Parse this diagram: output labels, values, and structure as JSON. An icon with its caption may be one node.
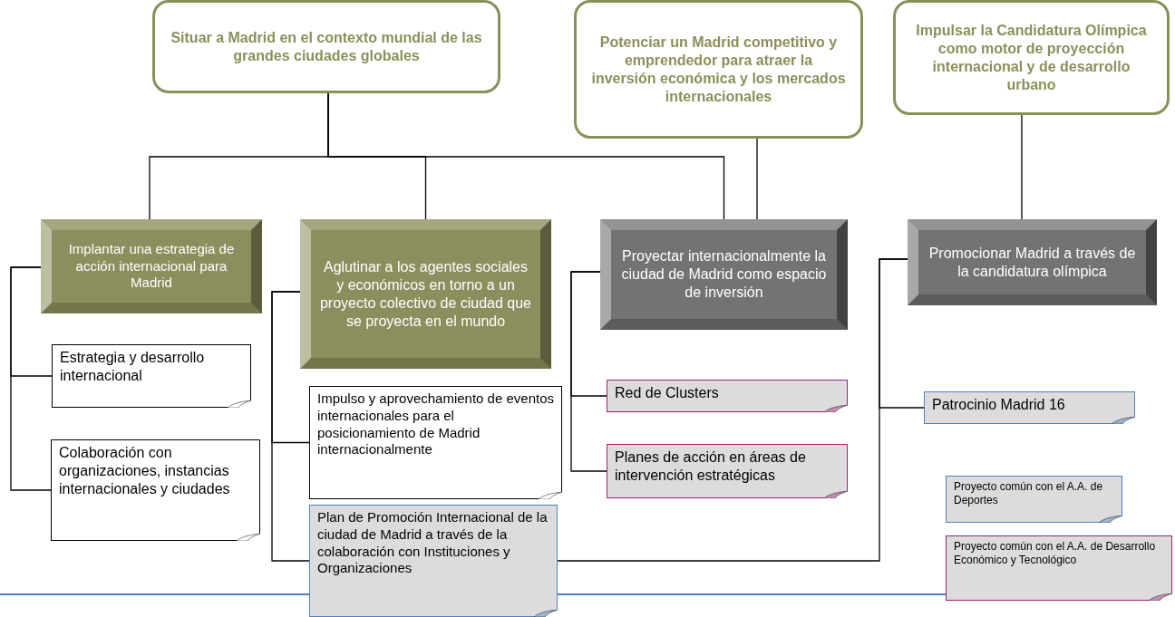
{
  "diagram": {
    "nodes": [
      {
        "text": [
          "Situar a Madrid en el contexto mundial de las grandes ciudades globales"
        ]
      },
      {
        "text": [
          "Potenciar un Madrid competitivo y emprendedor para atraer la inversión económica y los mercados internacionales"
        ]
      },
      {
        "text": [
          "Impulsar la Candidatura Olímpica como motor de proyección internacional y de desarrollo urbano"
        ]
      },
      {
        "text": [
          "Implantar una estrategia de acción internacional para Madrid"
        ]
      },
      {
        "text": [
          "Aglutinar a los agentes sociales y económicos en torno a un proyecto colectivo de ciudad que se proyecta en el mundo"
        ]
      },
      {
        "text": [
          "Proyectar internacionalmente la ciudad de Madrid como espacio de inversión"
        ]
      },
      {
        "text": [
          "Promocionar Madrid a través de la candidatura olímpica"
        ]
      },
      {
        "text": [
          "Estrategia y desarrollo internacional"
        ]
      },
      {
        "text": [
          "Colaboración con organizaciones, instancias internacionales y ciudades"
        ]
      },
      {
        "text": [
          "Impulso y aprovechamiento de eventos internacionales para el posicionamiento de Madrid internacionalmente"
        ]
      },
      {
        "text": [
          "Plan de Promoción Internacional de la ciudad de Madrid a través de la colaboración con Instituciones y Organizaciones"
        ]
      },
      {
        "text": [
          "Red de Clusters"
        ]
      },
      {
        "text": [
          "Planes de acción en áreas de intervención estratégicas"
        ]
      },
      {
        "text": [
          "Patrocinio Madrid 16"
        ]
      },
      {
        "text": [
          "Proyecto común con el A.A. de Deportes"
        ]
      },
      {
        "text": [
          "Proyecto común con el A.A. de Desarrollo Económico y Tecnológico"
        ]
      }
    ],
    "edges": [
      {
        "from": 0,
        "to": 3,
        "arrow": "none"
      },
      {
        "from": 0,
        "to": 4,
        "arrow": "none"
      },
      {
        "from": 0,
        "to": 5,
        "arrow": "none"
      },
      {
        "from": 1,
        "to": 5,
        "arrow": "none"
      },
      {
        "from": 2,
        "to": 6,
        "arrow": "none"
      },
      {
        "from": 3,
        "to": 7,
        "arrow": "none"
      },
      {
        "from": 3,
        "to": 8,
        "arrow": "none"
      },
      {
        "from": 4,
        "to": 9,
        "arrow": "none"
      },
      {
        "from": 4,
        "to": 10,
        "arrow": "none"
      },
      {
        "from": 5,
        "to": 11,
        "arrow": "none"
      },
      {
        "from": 5,
        "to": 12,
        "arrow": "none"
      },
      {
        "from": 6,
        "to": 13,
        "arrow": "none"
      },
      {
        "from": 6,
        "to": 10,
        "arrow": "none"
      },
      {
        "from": null,
        "to": 15,
        "arrow": "none",
        "color": "#4f81bd"
      }
    ]
  }
}
